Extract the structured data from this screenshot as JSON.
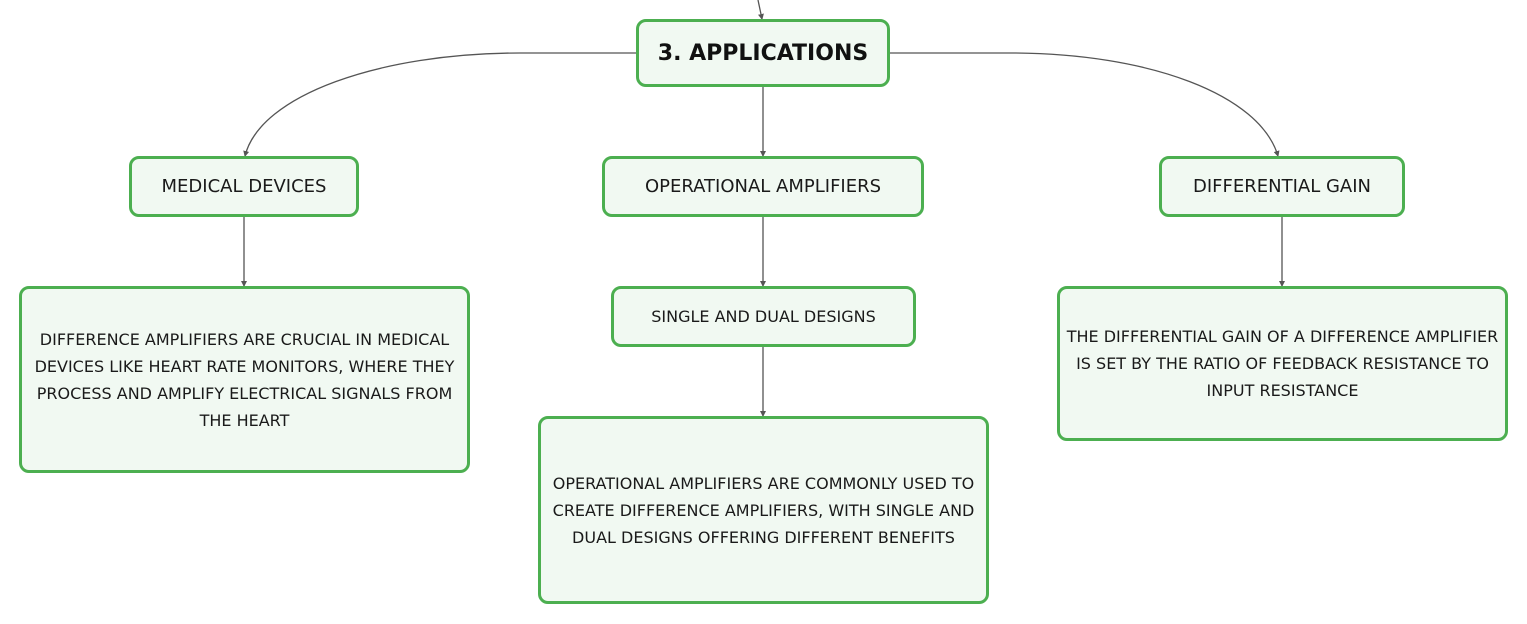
{
  "nodes": {
    "root": "3. APPLICATIONS",
    "medical": "MEDICAL DEVICES",
    "opamps": "OPERATIONAL AMPLIFIERS",
    "diffgain": "DIFFERENTIAL GAIN",
    "single_dual": "SINGLE AND DUAL DESIGNS",
    "medical_desc": "DIFFERENCE AMPLIFIERS ARE CRUCIAL IN MEDICAL DEVICES LIKE HEART RATE MONITORS, WHERE THEY PROCESS AND AMPLIFY ELECTRICAL SIGNALS FROM THE HEART",
    "opamps_desc": "OPERATIONAL AMPLIFIERS ARE COMMONLY USED TO CREATE DIFFERENCE AMPLIFIERS, WITH SINGLE AND DUAL DESIGNS OFFERING DIFFERENT BENEFITS",
    "diffgain_desc": "THE DIFFERENTIAL GAIN OF A DIFFERENCE AMPLIFIER IS SET BY THE RATIO OF FEEDBACK RESISTANCE TO INPUT RESISTANCE"
  },
  "colors": {
    "node_border": "#4caf50",
    "node_fill": "#f1f9f2",
    "connector": "#555555"
  }
}
